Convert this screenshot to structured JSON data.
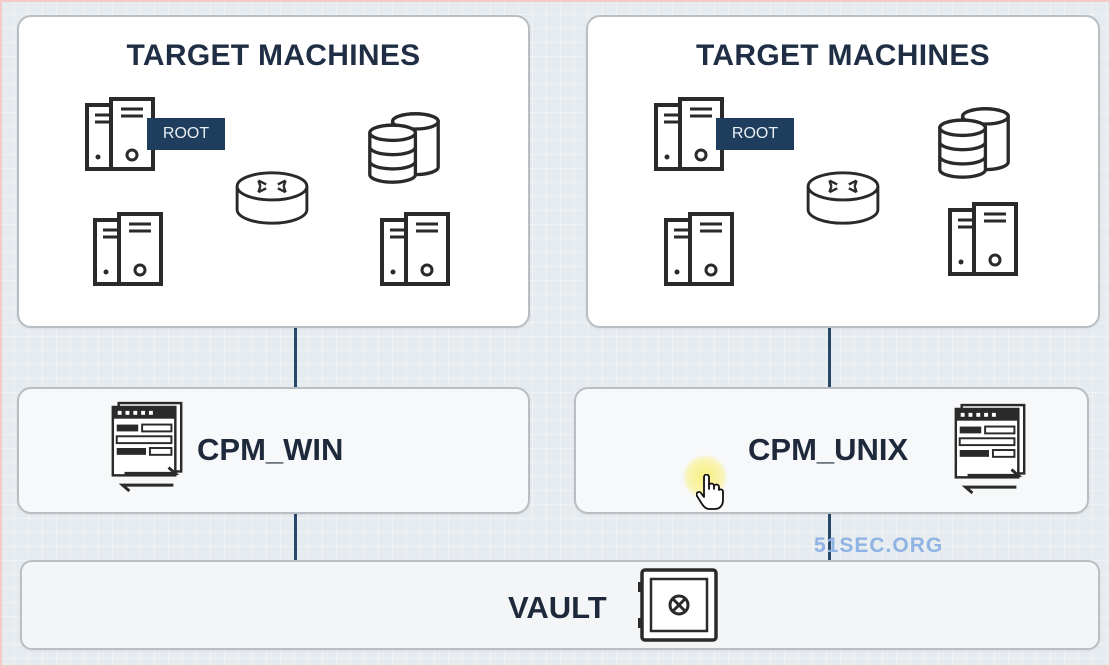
{
  "panels": {
    "left_title": "TARGET MACHINES",
    "right_title": "TARGET MACHINES",
    "root_tag": "ROOT"
  },
  "components": {
    "cpm_win": "CPM_WIN",
    "cpm_unix": "CPM_UNIX",
    "vault": "VAULT"
  },
  "watermark": "51SEC.ORG",
  "icons": [
    "server-icon",
    "database-icon",
    "router-icon",
    "cpm-server-icon",
    "vault-safe-icon",
    "hand-cursor-icon"
  ],
  "colors": {
    "connector": "#27486a",
    "title": "#1f2e45",
    "tag_bg": "#1f3d5c"
  }
}
